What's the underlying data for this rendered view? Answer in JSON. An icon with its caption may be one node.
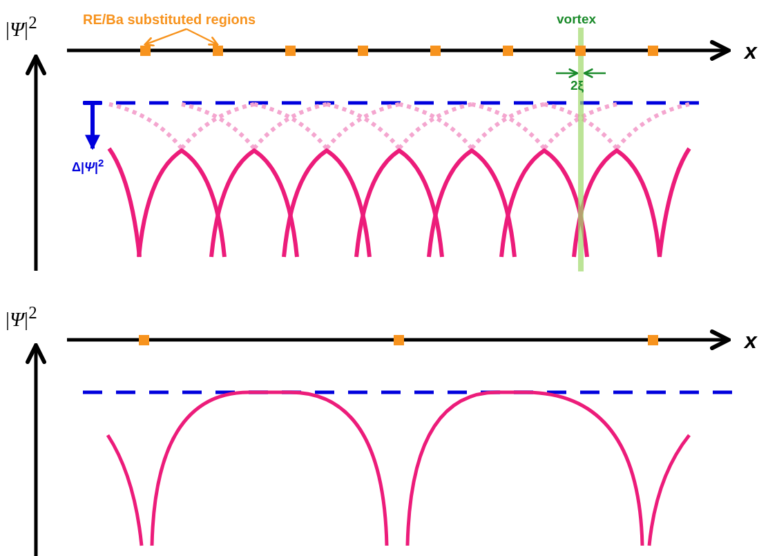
{
  "diagram": {
    "nodes": [
      {
        "text": [
          "RE/Ba substituted regions"
        ]
      },
      {
        "text": [],
        "shape": "box"
      },
      {
        "text": [],
        "shape": "box"
      },
      {
        "text": [],
        "shape": "box"
      },
      {
        "text": [],
        "shape": "box"
      },
      {
        "text": [],
        "shape": "box"
      },
      {
        "text": [],
        "shape": "box"
      },
      {
        "text": [],
        "shape": "box"
      },
      {
        "text": [],
        "shape": "box"
      },
      {
        "text": [],
        "shape": "box"
      },
      {
        "text": [],
        "shape": "box"
      },
      {
        "text": [],
        "shape": "box"
      }
    ],
    "edges": [
      {
        "from": 0,
        "to": 1,
        "arrow": "to"
      },
      {
        "from": 0,
        "to": 2,
        "arrow": "to"
      }
    ],
    "labels": [
      "|*Ψ*|$^{2}$",
      "vortex",
      "x",
      "2ξ",
      "Δ|*Ψ*|$^{2}$",
      "|*Ψ*|$^{2}$",
      "x"
    ]
  }
}
